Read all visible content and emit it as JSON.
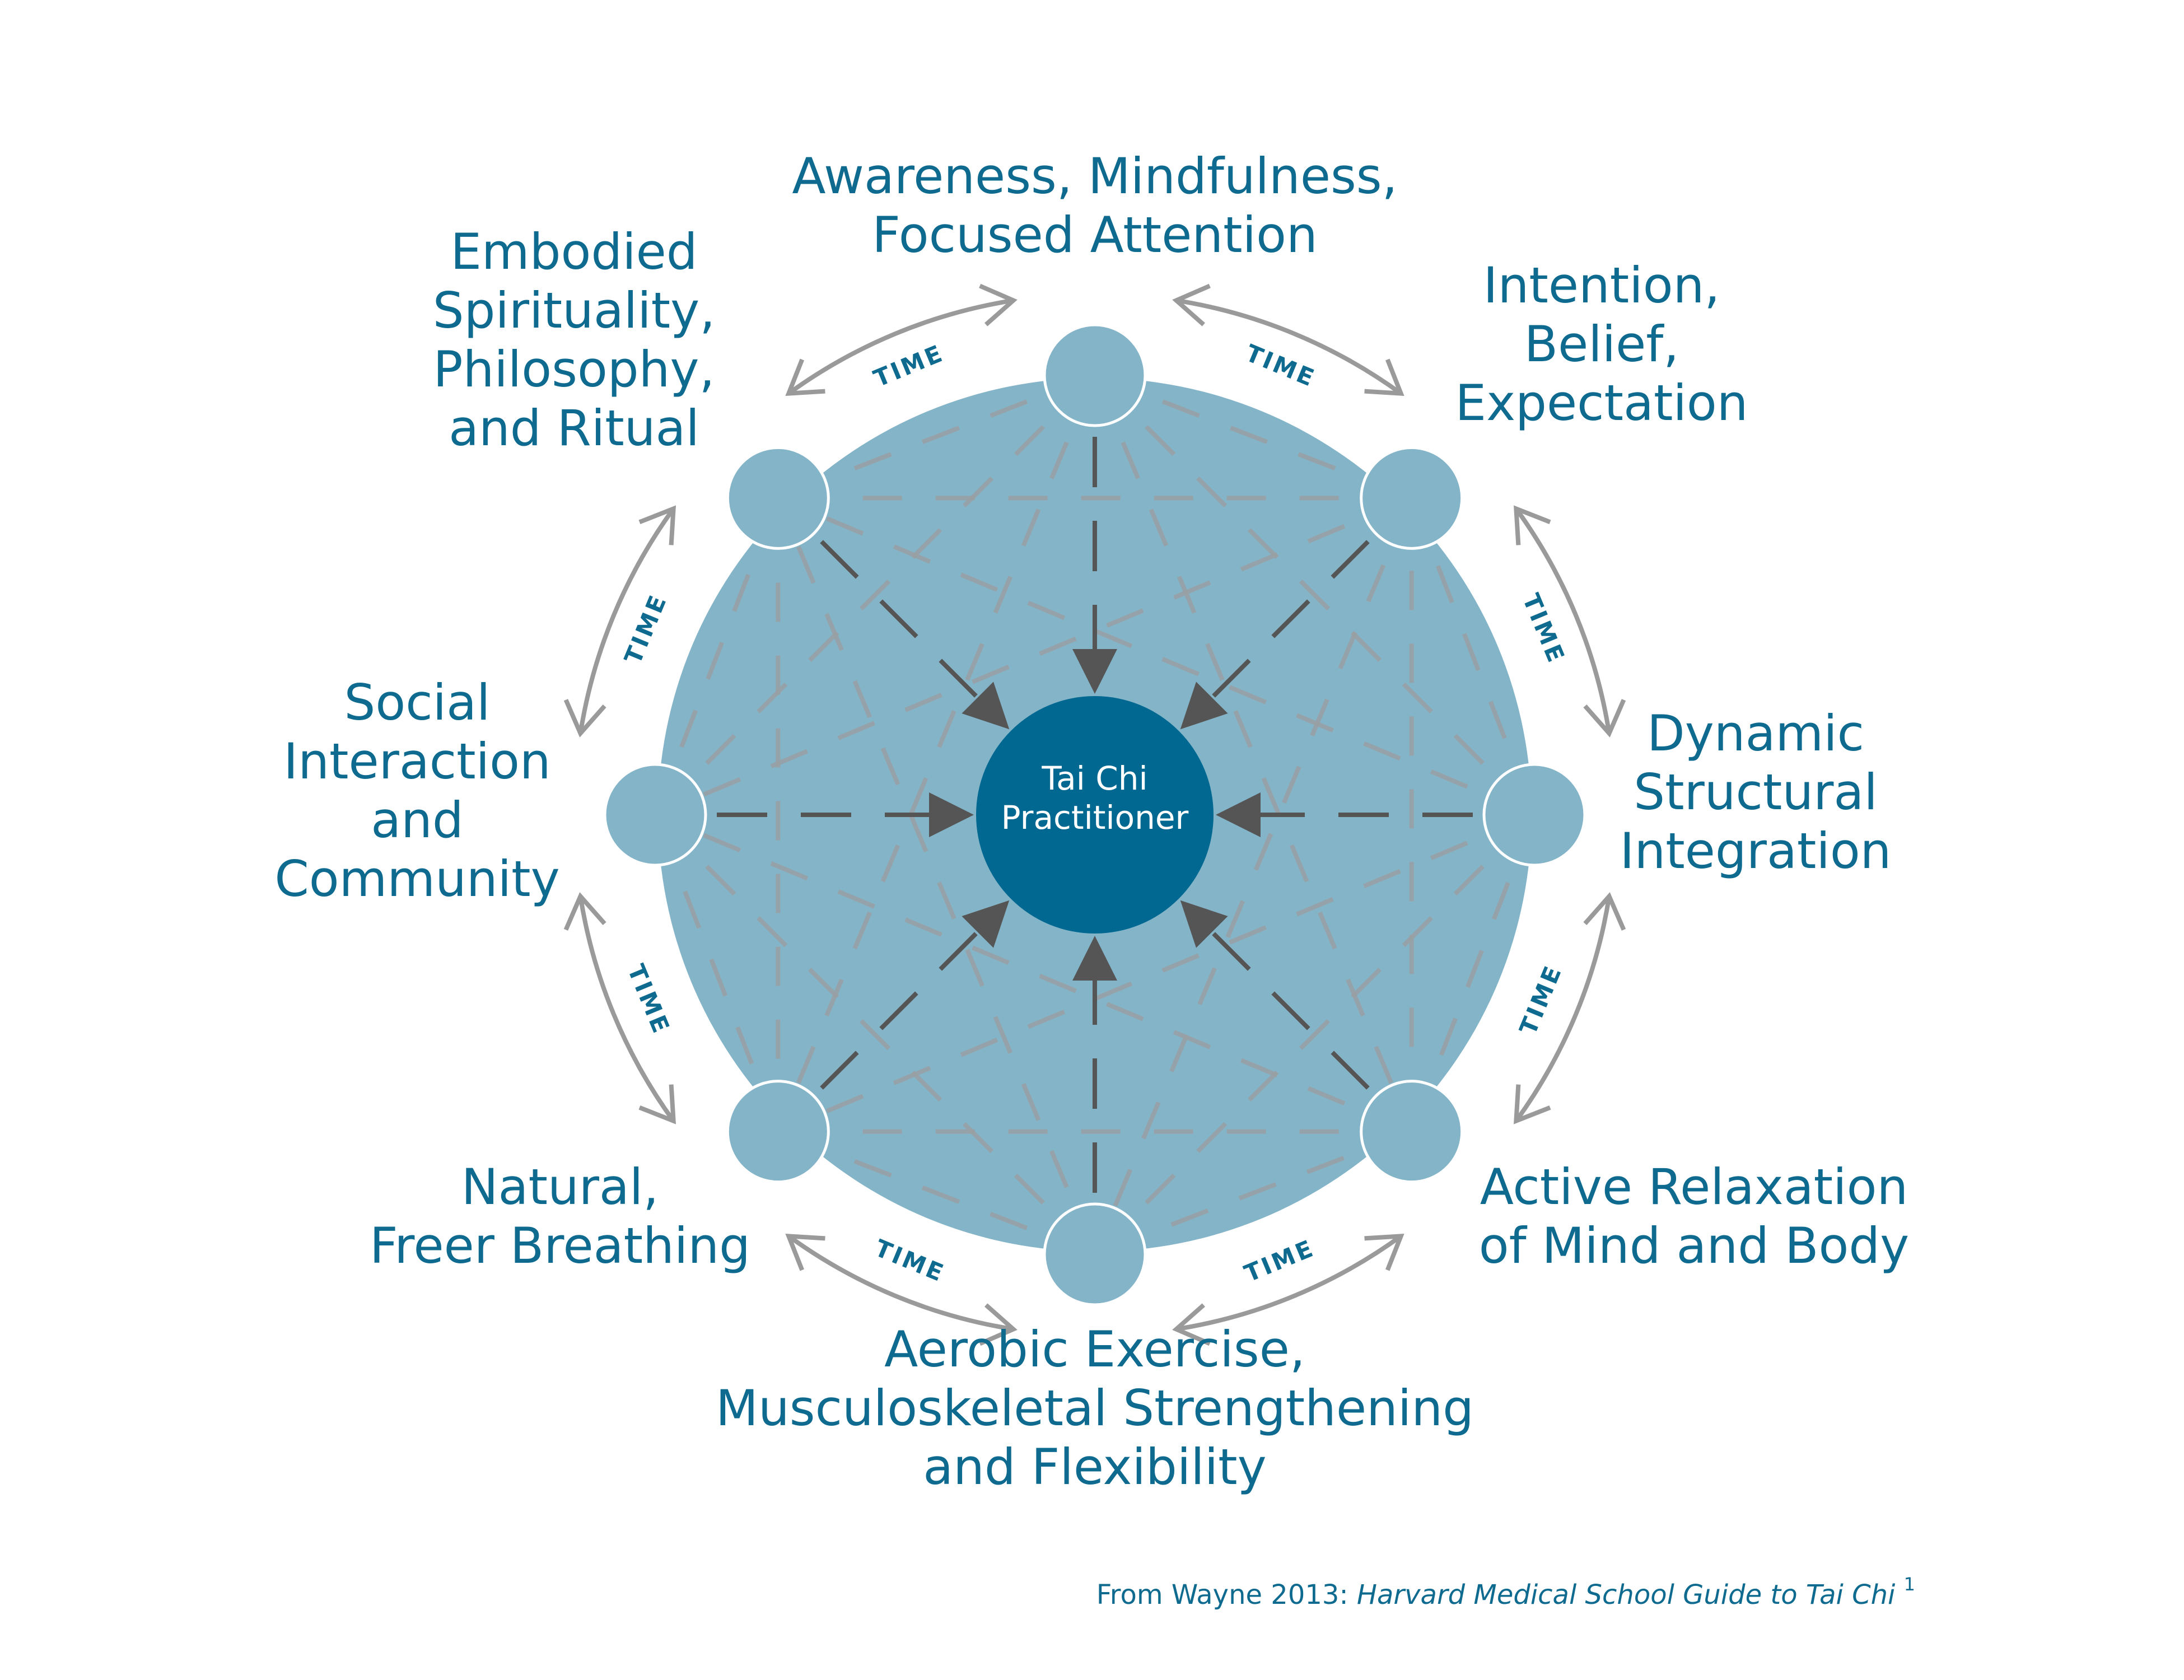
{
  "center_label": [
    "Tai Chi",
    "Practitioner"
  ],
  "nodes": [
    {
      "id": "top",
      "lines": [
        "Awareness, Mindfulness,",
        "Focused Attention"
      ]
    },
    {
      "id": "top-right",
      "lines": [
        "Intention,",
        "Belief,",
        "Expectation"
      ]
    },
    {
      "id": "right",
      "lines": [
        "Dynamic",
        "Structural",
        "Integration"
      ]
    },
    {
      "id": "bottom-right",
      "lines": [
        "Active Relaxation",
        "of Mind and Body"
      ]
    },
    {
      "id": "bottom",
      "lines": [
        "Aerobic Exercise,",
        "Musculoskeletal Strengthening",
        "and Flexibility"
      ]
    },
    {
      "id": "bottom-left",
      "lines": [
        "Natural,",
        "Freer Breathing"
      ]
    },
    {
      "id": "left",
      "lines": [
        "Social",
        "Interaction",
        "and",
        "Community"
      ]
    },
    {
      "id": "top-left",
      "lines": [
        "Embodied",
        "Spirituality,",
        "Philosophy,",
        "and Ritual"
      ]
    }
  ],
  "time_label": "TIME",
  "caption": {
    "prefix": "From Wayne 2013: ",
    "title": "Harvard Medical School Guide to Tai Chi",
    "sup": "1"
  },
  "colors": {
    "outer_disc": "#84b4c8",
    "node": "#84b4c8",
    "center": "#006891",
    "text": "#0e6a8f",
    "arrow": "#555555",
    "dash": "#9aa0a4",
    "time_arrow": "#9a9a9a"
  }
}
